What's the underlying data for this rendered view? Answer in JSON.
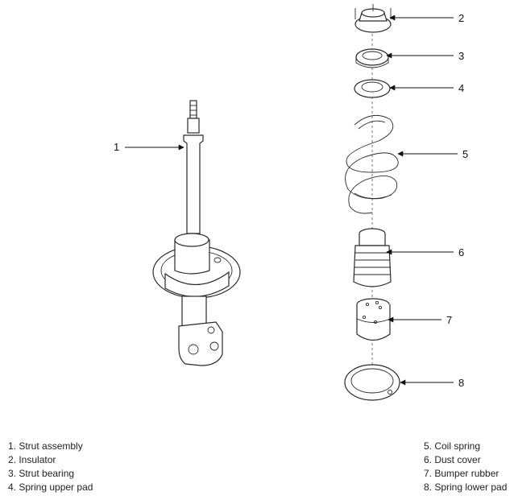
{
  "diagram": {
    "callouts": [
      "1",
      "2",
      "3",
      "4",
      "5",
      "6",
      "7",
      "8"
    ]
  },
  "legend": {
    "left": [
      "1. Strut assembly",
      "2. Insulator",
      "3. Strut bearing",
      "4. Spring upper pad"
    ],
    "right": [
      "5. Coil spring",
      "6. Dust cover",
      "7. Bumper rubber",
      "8. Spring lower pad"
    ]
  }
}
